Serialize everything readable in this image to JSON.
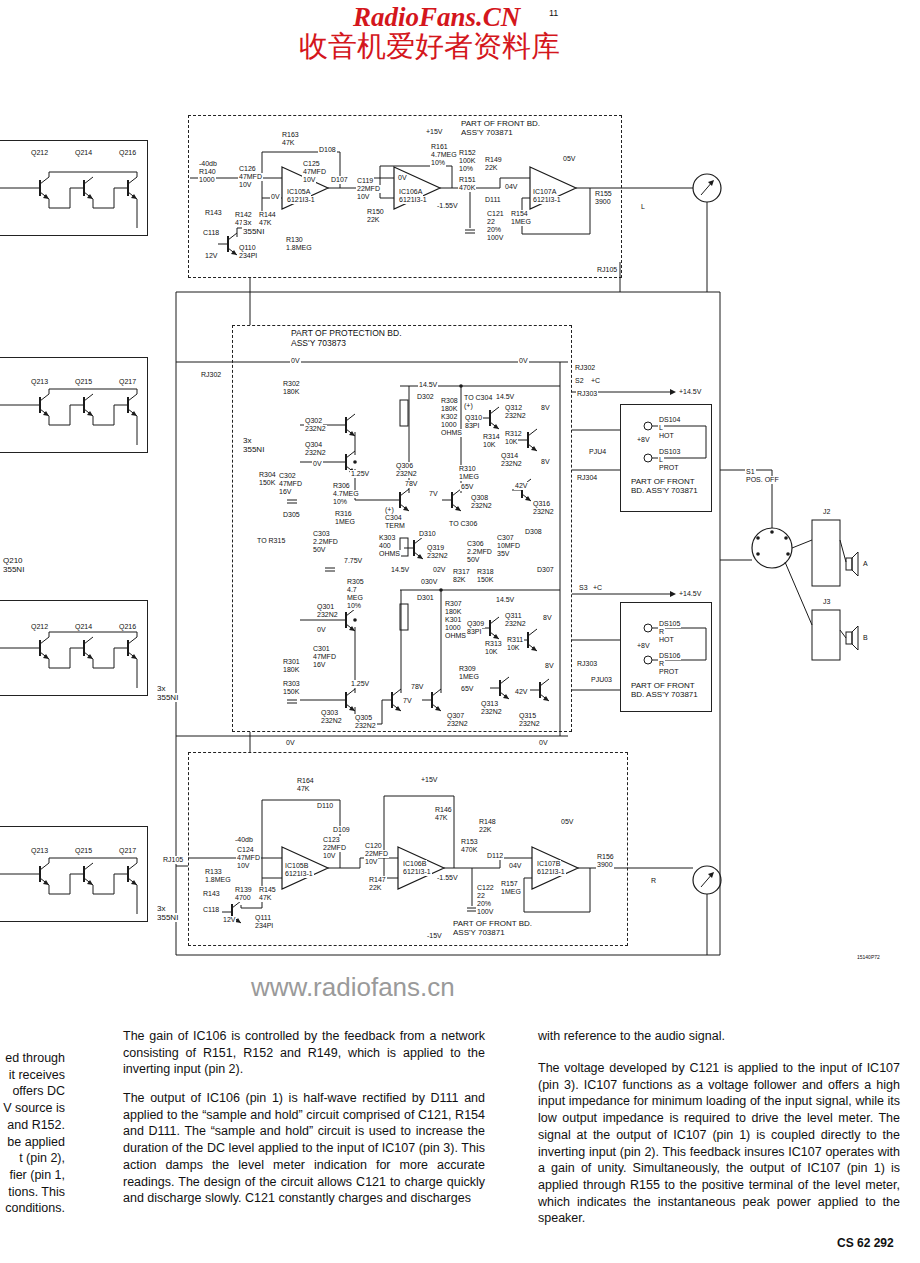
{
  "diagram": {
    "nodes": [
      {
        "text": [
          "PART OF FRONT BD. ASS'Y 703871"
        ]
      },
      {
        "text": [
          "PART OF PROTECTION BD. ASS'Y 703873"
        ]
      },
      {
        "text": [
          "PART OF FRONT BD. ASS'Y 703871"
        ]
      },
      {
        "text": [
          "PART OF FRONT BD. ASS'Y 703871"
        ]
      },
      {
        "text": [
          "PART OF FRONT BD. ASS'Y 703871"
        ]
      },
      {
        "text": [
          "Q212",
          "Q214",
          "Q216"
        ]
      },
      {
        "text": [
          "Q213",
          "Q215",
          "Q217"
        ]
      },
      {
        "text": [
          "Q212",
          "Q214",
          "Q216"
        ]
      },
      {
        "text": [
          "Q213",
          "Q215",
          "Q217"
        ]
      }
    ],
    "edges": [
      {
        "from": 0,
        "to": 1,
        "arrow": "none"
      },
      {
        "from": 1,
        "to": 2,
        "arrow": "none"
      },
      {
        "from": 1,
        "to": 3,
        "arrow": "none"
      },
      {
        "from": 1,
        "to": 4,
        "arrow": "none"
      }
    ],
    "labels": [
      "RadioFans.CN",
      "11",
      "收音机爱好者资料库",
      "R163",
      "47K",
      "D108",
      "-40db",
      "R140",
      "1000",
      "C126",
      "47MFD",
      "10V",
      "C125",
      "47MFD",
      "10V",
      "D107",
      "IC105A",
      "6121I3-1",
      "0V",
      "C119",
      "22MFD",
      "10V",
      "+15V",
      "R161",
      "4.7MEG",
      "10%",
      "R152",
      "100K",
      "10%",
      "R149",
      "22K",
      "IC106A",
      "6121I3-1",
      "0V",
      "R151",
      "470K",
      "D111",
      "-1.55V",
      "05V",
      "IC107A",
      "6121I3-1",
      "04V",
      "C121",
      "22",
      "20%",
      "100V",
      "R154",
      "1MEG",
      "R155",
      "3900",
      "L",
      "R143",
      "R142",
      "4700",
      "R144",
      "47K",
      "R150",
      "22K",
      "C118",
      "12V",
      "Q110",
      "234PI",
      "R130",
      "1.8MEG",
      "RJ105",
      "0V",
      "0V",
      "RJ302",
      "R302",
      "180K",
      "14.5V",
      "D302",
      "R308",
      "180K",
      "K302",
      "1000",
      "OHMS",
      "TO C304",
      "(+)",
      "14.5V",
      "Q312",
      "232N2",
      "Q310",
      "83PI",
      "R314",
      "10K",
      "R312",
      "10K",
      "Q314",
      "232N2",
      "8V",
      "8V",
      "RJ302",
      "S2",
      "+C",
      "RJ303",
      "+14.5V",
      "Q302",
      "232N2",
      "Q304",
      "232N2",
      "0V",
      "Q306",
      "232N2",
      "R310",
      "1MEG",
      "78V",
      "65V",
      "42V",
      "7V",
      "Q308",
      "232N2",
      "Q316",
      "232N2",
      "R304",
      "150K",
      "C302",
      "47MFD",
      "16V",
      "R306",
      "4.7MEG",
      "10%",
      "1.25V",
      "D305",
      "R316",
      "1MEG",
      "C303",
      "2.2MFD",
      "50V",
      "TO R315",
      "7.75V",
      "(+)",
      "C304",
      "TERM",
      "D310",
      "K303",
      "400",
      "OHMS",
      "14.5V",
      "TO C306",
      "Q319",
      "232N2",
      "C306",
      "2.2MFD",
      "50V",
      "C307",
      "10MFD",
      "35V",
      "D308",
      "02V",
      "R317",
      "82K",
      "R318",
      "150K",
      "D307",
      "030V",
      "R305",
      "4.7",
      "MEG",
      "10%",
      "S3",
      "+C",
      "+14.5V",
      "Q301",
      "232N2",
      "D301",
      "R307",
      "180K",
      "K301",
      "1000",
      "OHMS",
      "14.5V",
      "Q311",
      "232N2",
      "Q309",
      "83PI",
      "R313",
      "10K",
      "R311",
      "10K",
      "8V",
      "8V",
      "0V",
      "C301",
      "47MFD",
      "16V",
      "R301",
      "180K",
      "R303",
      "150K",
      "1.25V",
      "R309",
      "1MEG",
      "78V",
      "65V",
      "42V",
      "7V",
      "Q313",
      "232N2",
      "Q315",
      "232N2",
      "Q303",
      "232N2",
      "Q305",
      "232N2",
      "Q307",
      "232N2",
      "0V",
      "0V",
      "RJ303",
      "RJ304",
      "PJU4",
      "PJU03",
      "DS104",
      "L",
      "HOT",
      "DS103",
      "L",
      "PROT",
      "+8V",
      "DS105",
      "R",
      "HOT",
      "DS106",
      "R",
      "PROT",
      "+8V",
      "S1",
      "POS. OFF",
      "J2",
      "A",
      "J3",
      "B",
      "3x",
      "355NI",
      "3x",
      "355NI",
      "Q210",
      "355NI",
      "3x",
      "355NI",
      "3x",
      "355NI",
      "R164",
      "47K",
      "D110",
      "D109",
      "+15V",
      "R146",
      "47K",
      "R148",
      "22K",
      "-40db",
      "C124",
      "47MFD",
      "10V",
      "C123",
      "22MFD",
      "10V",
      "IC105B",
      "6121I3-1",
      "C120",
      "22MFD",
      "10V",
      "IC106B",
      "6121I3-1",
      "R153",
      "470K",
      "D112",
      "-1.55V",
      "05V",
      "04V",
      "IC107B",
      "6121I3-1",
      "R156",
      "3900",
      "R",
      "RJ105",
      "R133",
      "1.8MEG",
      "R139",
      "4700",
      "R145",
      "47K",
      "R147",
      "22K",
      "C122",
      "22",
      "20%",
      "100V",
      "R157",
      "1MEG",
      "R143",
      "C118",
      "12V",
      "Q111",
      "234PI",
      "-15V",
      "15140P72",
      "www.radiofans.cn",
      "ed through",
      "it receives",
      "offers DC",
      "V source is",
      "and R152.",
      "be applied",
      "t (pin 2),",
      "fier (pin 1,",
      "tions. This",
      "conditions.",
      "The gain of IC106 is controlled by the feedback from a network consisting of R151, R152 and R149, which is applied to the inverting input (pin 2).",
      "The output of IC106 (pin 1) is half-wave rectified by D111 and applied to the “sample and hold” circuit comprised of C121, R154 and D111. The “sample and hold” circuit is used to increase the duration of the DC level applied to the input of IC107 (pin 3). This action damps the level meter indication for more accurate readings. The design of the circuit allows C121 to charge quickly and discharge slowly. C121 constantly charges and discharges",
      "with reference to the audio signal.",
      "The voltage developed by C121 is applied to the input of IC107 (pin 3). IC107 functions as a voltage follower and offers a high input impedance for minimum loading of the input signal, while its low output impedance is required to drive the level meter. The signal at the output of IC107 (pin 1) is coupled directly to the inverting input (pin 2). This feedback insures IC107 operates with a gain of unity. Simultaneously, the output of IC107 (pin 1) is applied through R155 to the positive terminal of the level meter, which indicates the instantaneous peak power applied to the speaker.",
      "CS 62 292"
    ]
  }
}
